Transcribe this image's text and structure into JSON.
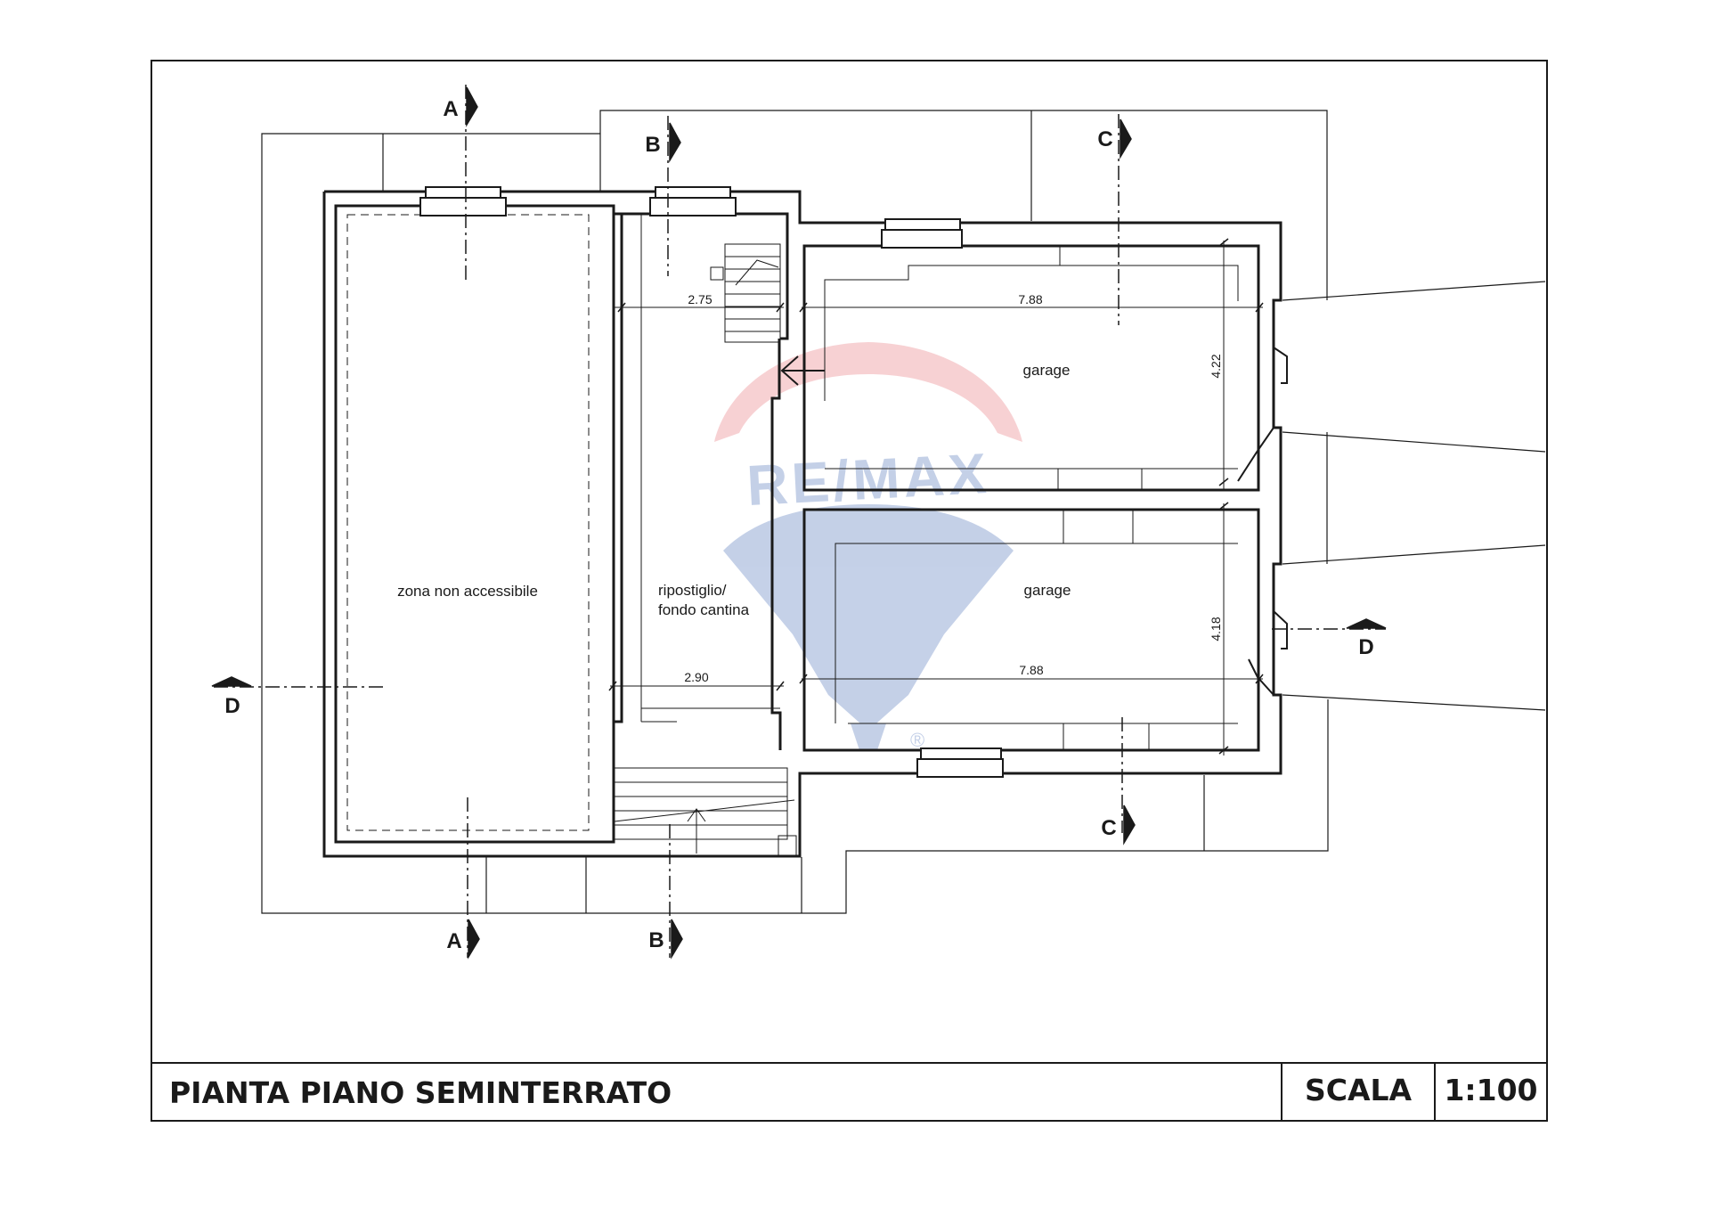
{
  "drawing": {
    "title": "PIANTA PIANO SEMINTERRATO",
    "scale_label": "SCALA",
    "scale_value": "1:100"
  },
  "rooms": {
    "zona": "zona non accessibile",
    "ripostiglio_line1": "ripostiglio/",
    "ripostiglio_line2": "fondo cantina",
    "garage_top": "garage",
    "garage_bottom": "garage"
  },
  "dimensions": {
    "ripostiglio_top_width": "2.75",
    "ripostiglio_bottom_width": "2.90",
    "garage_top_length": "7.88",
    "garage_bottom_length": "7.88",
    "garage_top_depth": "4.22",
    "garage_bottom_depth": "4.18"
  },
  "sections": {
    "a": "A",
    "b": "B",
    "c": "C",
    "d": "D"
  },
  "watermark": {
    "text": "RE/MAX",
    "mark": "®",
    "color_red": "#e8737a",
    "color_blue": "#4a6fb8"
  },
  "colors": {
    "line": "#1a1a1a"
  }
}
